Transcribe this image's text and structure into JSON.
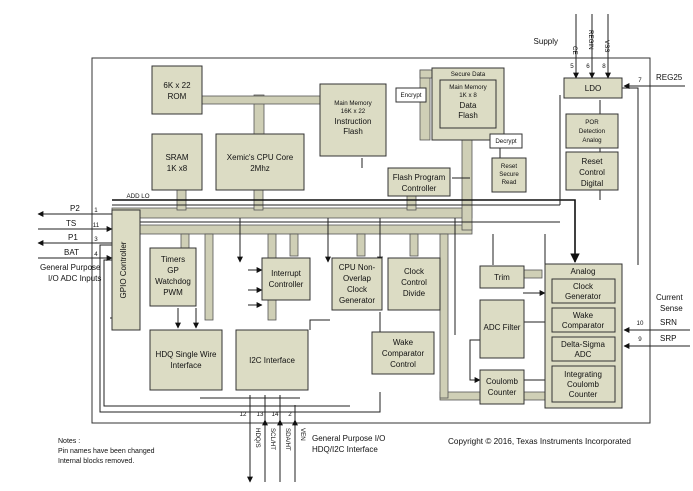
{
  "supply": {
    "label": "Supply",
    "pins": [
      {
        "name": "CE",
        "num": "5"
      },
      {
        "name": "REGIN",
        "num": "6"
      },
      {
        "name": "VSS",
        "num": "8"
      }
    ]
  },
  "reg25": {
    "name": "REG25",
    "num": "7"
  },
  "left_pins": [
    {
      "name": "P2",
      "num": "1"
    },
    {
      "name": "TS",
      "num": "11"
    },
    {
      "name": "P1",
      "num": "3"
    },
    {
      "name": "BAT",
      "num": "4"
    }
  ],
  "gp_io_label": [
    "General Purpose",
    "I/O ADC Inputs"
  ],
  "current_sense": {
    "label": [
      "Current",
      "Sense"
    ],
    "pins": [
      {
        "name": "SRN",
        "num": "10"
      },
      {
        "name": "SRP",
        "num": "9"
      }
    ]
  },
  "bottom_pins": [
    {
      "name": "HDQ/S",
      "num": "12"
    },
    {
      "name": "SCL/HT",
      "num": "13"
    },
    {
      "name": "SDA/HT",
      "num": "14"
    },
    {
      "name": "VEN",
      "num": "2"
    }
  ],
  "bottom_label": [
    "General Purpose I/O",
    "HDQ/I2C Interface"
  ],
  "notes": [
    "Notes :",
    "Pin names have been changed",
    "Internal blocks removed."
  ],
  "copyright": "Copyright © 2016, Texas Instruments Incorporated",
  "addr_label": "ADD LO",
  "blocks": {
    "rom": [
      "6K x 22",
      "ROM"
    ],
    "sram": [
      "SRAM",
      "1K x8"
    ],
    "cpu": [
      "Xemic's CPU Core",
      "2Mhz"
    ],
    "instr_flash": [
      "Main Memory",
      "16K x 22",
      "Instruction",
      "Flash"
    ],
    "secure_data": "Secure Data",
    "data_flash": [
      "Main Memory",
      "1K x 8",
      "Data",
      "Flash"
    ],
    "encrypt": "Encrypt",
    "decrypt": "Decrypt",
    "reset_secure": [
      "Reset",
      "Secure",
      "Read"
    ],
    "flash_ctrl": [
      "Flash Program",
      "Controller"
    ],
    "ldo": "LDO",
    "por": [
      "POR",
      "Detection",
      "Analog"
    ],
    "reset_ctrl": [
      "Reset",
      "Control",
      "Digital"
    ],
    "gpio": "GPIO Controller",
    "timers": [
      "Timers",
      "GP",
      "Watchdog",
      "PWM"
    ],
    "interrupt": [
      "Interrupt",
      "Controller"
    ],
    "cpu_clk": [
      "CPU Non-",
      "Overlap",
      "Clock",
      "Generator"
    ],
    "clk_div": [
      "Clock",
      "Control",
      "Divide"
    ],
    "trim": "Trim",
    "adc_filter": "ADC Filter",
    "wake_comp": [
      "Wake",
      "Comparator",
      "Control"
    ],
    "coulomb": [
      "Coulomb",
      "Counter"
    ],
    "hdq": [
      "HDQ Single Wire",
      "Interface"
    ],
    "i2c": "I2C Interface",
    "analog": "Analog",
    "clk_gen": [
      "Clock",
      "Generator"
    ],
    "wake_comp2": [
      "Wake",
      "Comparator"
    ],
    "delta_sigma": [
      "Delta-Sigma",
      "ADC"
    ],
    "int_coulomb": [
      "Integrating",
      "Coulomb",
      "Counter"
    ]
  }
}
